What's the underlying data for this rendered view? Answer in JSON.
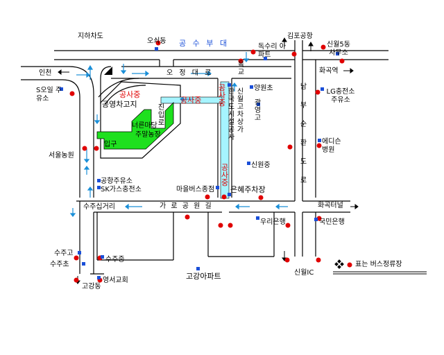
{
  "map": {
    "labels": {
      "jihachado": "지하차도",
      "osoe_dong": "오쇠동",
      "gongsubudae": "공 수 부 대",
      "doksuri_apt": "독수리 아파트",
      "gimpo_airport": "김포공항",
      "sinwol5dong_office": "신월5동 사무소",
      "incheon": "인천",
      "ojeong_daero": "오 정 대 로",
      "hwagok_station": "화곡역",
      "yukgyo": "육교",
      "s_oil": "S오일 주유소",
      "gongsajung_1": "공사중",
      "gongyoung_parking": "공영차고지",
      "gongsajung_2": "공사중",
      "gongsajung_3": "공사중",
      "hanguk_dosiseol": "한국도시설공사",
      "sinwolgochi": "신월고차상가",
      "yangwon_elem": "양원초",
      "gwangyeong_high": "광영고",
      "lg_gas": "LG충전소 주유소",
      "nambu_sunhwan": "남부순환도로",
      "nerum_madang": "너른마당",
      "jumal_farm": "주말농장",
      "jangpak_sidebar": "진입로",
      "entrance": "입구",
      "seoul_farm": "서울농원",
      "edith_hospital": "에디슨병원",
      "sinwon_mid": "신원중",
      "gongsajung_4": "공사중",
      "gonghang_gas": "공항주유소",
      "sk_gas": "SK가스충전소",
      "bus_terminal": "마을버스종점",
      "eunhye_parking": "은혜주차장",
      "sujusipgeori": "수주십거리",
      "garo_park": "가 로 공 원 길",
      "hwagok_terminal": "화곡터널",
      "woori_bank": "우리은행",
      "kookmin_bank": "국민은행",
      "suju_high": "수주고",
      "suju_elem": "수주초",
      "suju_mid": "수주중",
      "gogang_dong": "고강동",
      "youngseo_church": "영서교회",
      "gogang_apt": "고강아파트",
      "sinwol_ic": "신월IC",
      "legend": "표는 버스정류장"
    },
    "colors": {
      "road": "#000000",
      "park": "#1ee01e",
      "construction_road": "#a6f4ff",
      "construction_text": "#e00000",
      "bus_stop": "#e00000",
      "landmark": "#1a4fd8",
      "traffic_arrow": "#1a8fd8"
    }
  }
}
